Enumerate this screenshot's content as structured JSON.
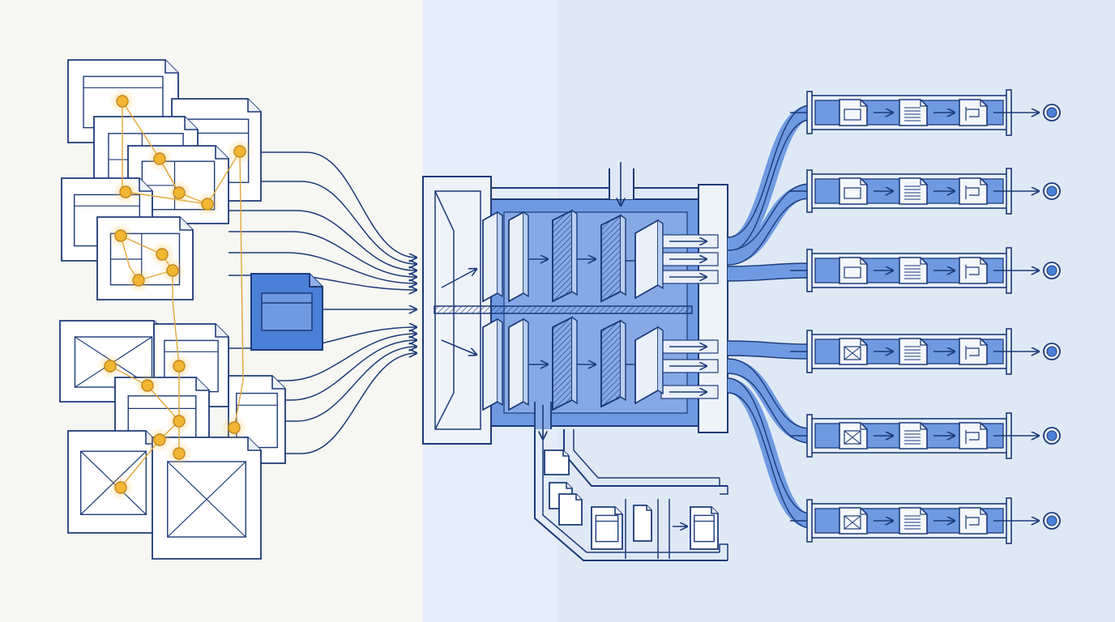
{
  "diagram": {
    "type": "document-processing-pipeline",
    "text_labels": [],
    "colors": {
      "background_left": "#f6f6f2",
      "background_right": "#dfe9f6",
      "line": "#1c3a78",
      "accent_blue": "#4a80d8",
      "fill_blue": "#6f9ae2",
      "light_fill": "#e9f0fa",
      "node_gold": "#f2b632",
      "link_gold": "#e0a63a"
    },
    "stages": [
      {
        "id": "source-documents",
        "icon": "document-icon",
        "count": 12
      },
      {
        "id": "highlighted-document",
        "icon": "document-icon",
        "count": 1
      },
      {
        "id": "processing-engine",
        "icon": "filter-stack-icon",
        "count": 1
      },
      {
        "id": "output-channels",
        "icon": "document-sequence-icon",
        "count": 6
      },
      {
        "id": "side-output",
        "icon": "document-stack-icon",
        "count": 1
      }
    ],
    "output_channels": [
      {
        "input_icon": "window-doc-icon",
        "text_icon": "text-doc-icon",
        "output_icon": "bracket-doc-icon",
        "endpoint": "endpoint-icon"
      },
      {
        "input_icon": "window-doc-icon",
        "text_icon": "text-doc-icon",
        "output_icon": "bracket-doc-icon",
        "endpoint": "endpoint-icon"
      },
      {
        "input_icon": "window-doc-icon",
        "text_icon": "text-doc-icon",
        "output_icon": "bracket-doc-icon",
        "endpoint": "endpoint-icon"
      },
      {
        "input_icon": "image-doc-icon",
        "text_icon": "text-doc-icon",
        "output_icon": "bracket-doc-icon",
        "endpoint": "endpoint-icon"
      },
      {
        "input_icon": "image-doc-icon",
        "text_icon": "text-doc-icon",
        "output_icon": "bracket-doc-icon",
        "endpoint": "endpoint-icon"
      },
      {
        "input_icon": "image-doc-icon",
        "text_icon": "text-doc-icon",
        "output_icon": "bracket-doc-icon",
        "endpoint": "endpoint-icon"
      }
    ]
  }
}
